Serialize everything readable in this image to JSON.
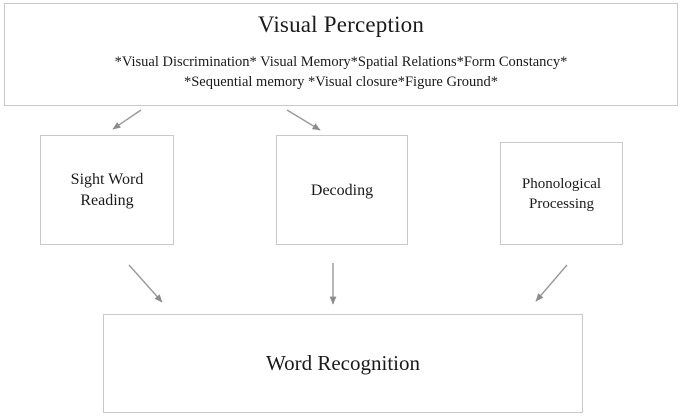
{
  "diagram": {
    "title": "Visual Perception",
    "subtitle_line1": "*Visual Discrimination* Visual Memory*Spatial Relations*Form Constancy*",
    "subtitle_line2": "*Sequential memory *Visual closure*Figure Ground*",
    "nodes": {
      "sight_word": {
        "line1": "Sight Word",
        "line2": "Reading"
      },
      "decoding": {
        "line1": "Decoding"
      },
      "phonological": {
        "line1": "Phonological",
        "line2": "Processing"
      },
      "word_recognition": {
        "line1": "Word Recognition"
      }
    },
    "colors": {
      "border": "#c9c9c9",
      "text": "#1a1a1a",
      "arrow": "#8c8c8c",
      "background": "#ffffff"
    },
    "arrows": [
      {
        "name": "visual-perception-to-sight-word",
        "from": "Visual Perception",
        "to": "Sight Word Reading"
      },
      {
        "name": "visual-perception-to-decoding",
        "from": "Visual Perception",
        "to": "Decoding"
      },
      {
        "name": "sight-word-to-word-recognition",
        "from": "Sight Word Reading",
        "to": "Word Recognition"
      },
      {
        "name": "decoding-to-word-recognition",
        "from": "Decoding",
        "to": "Word Recognition"
      },
      {
        "name": "phonological-to-word-recognition",
        "from": "Phonological Processing",
        "to": "Word Recognition"
      }
    ]
  }
}
